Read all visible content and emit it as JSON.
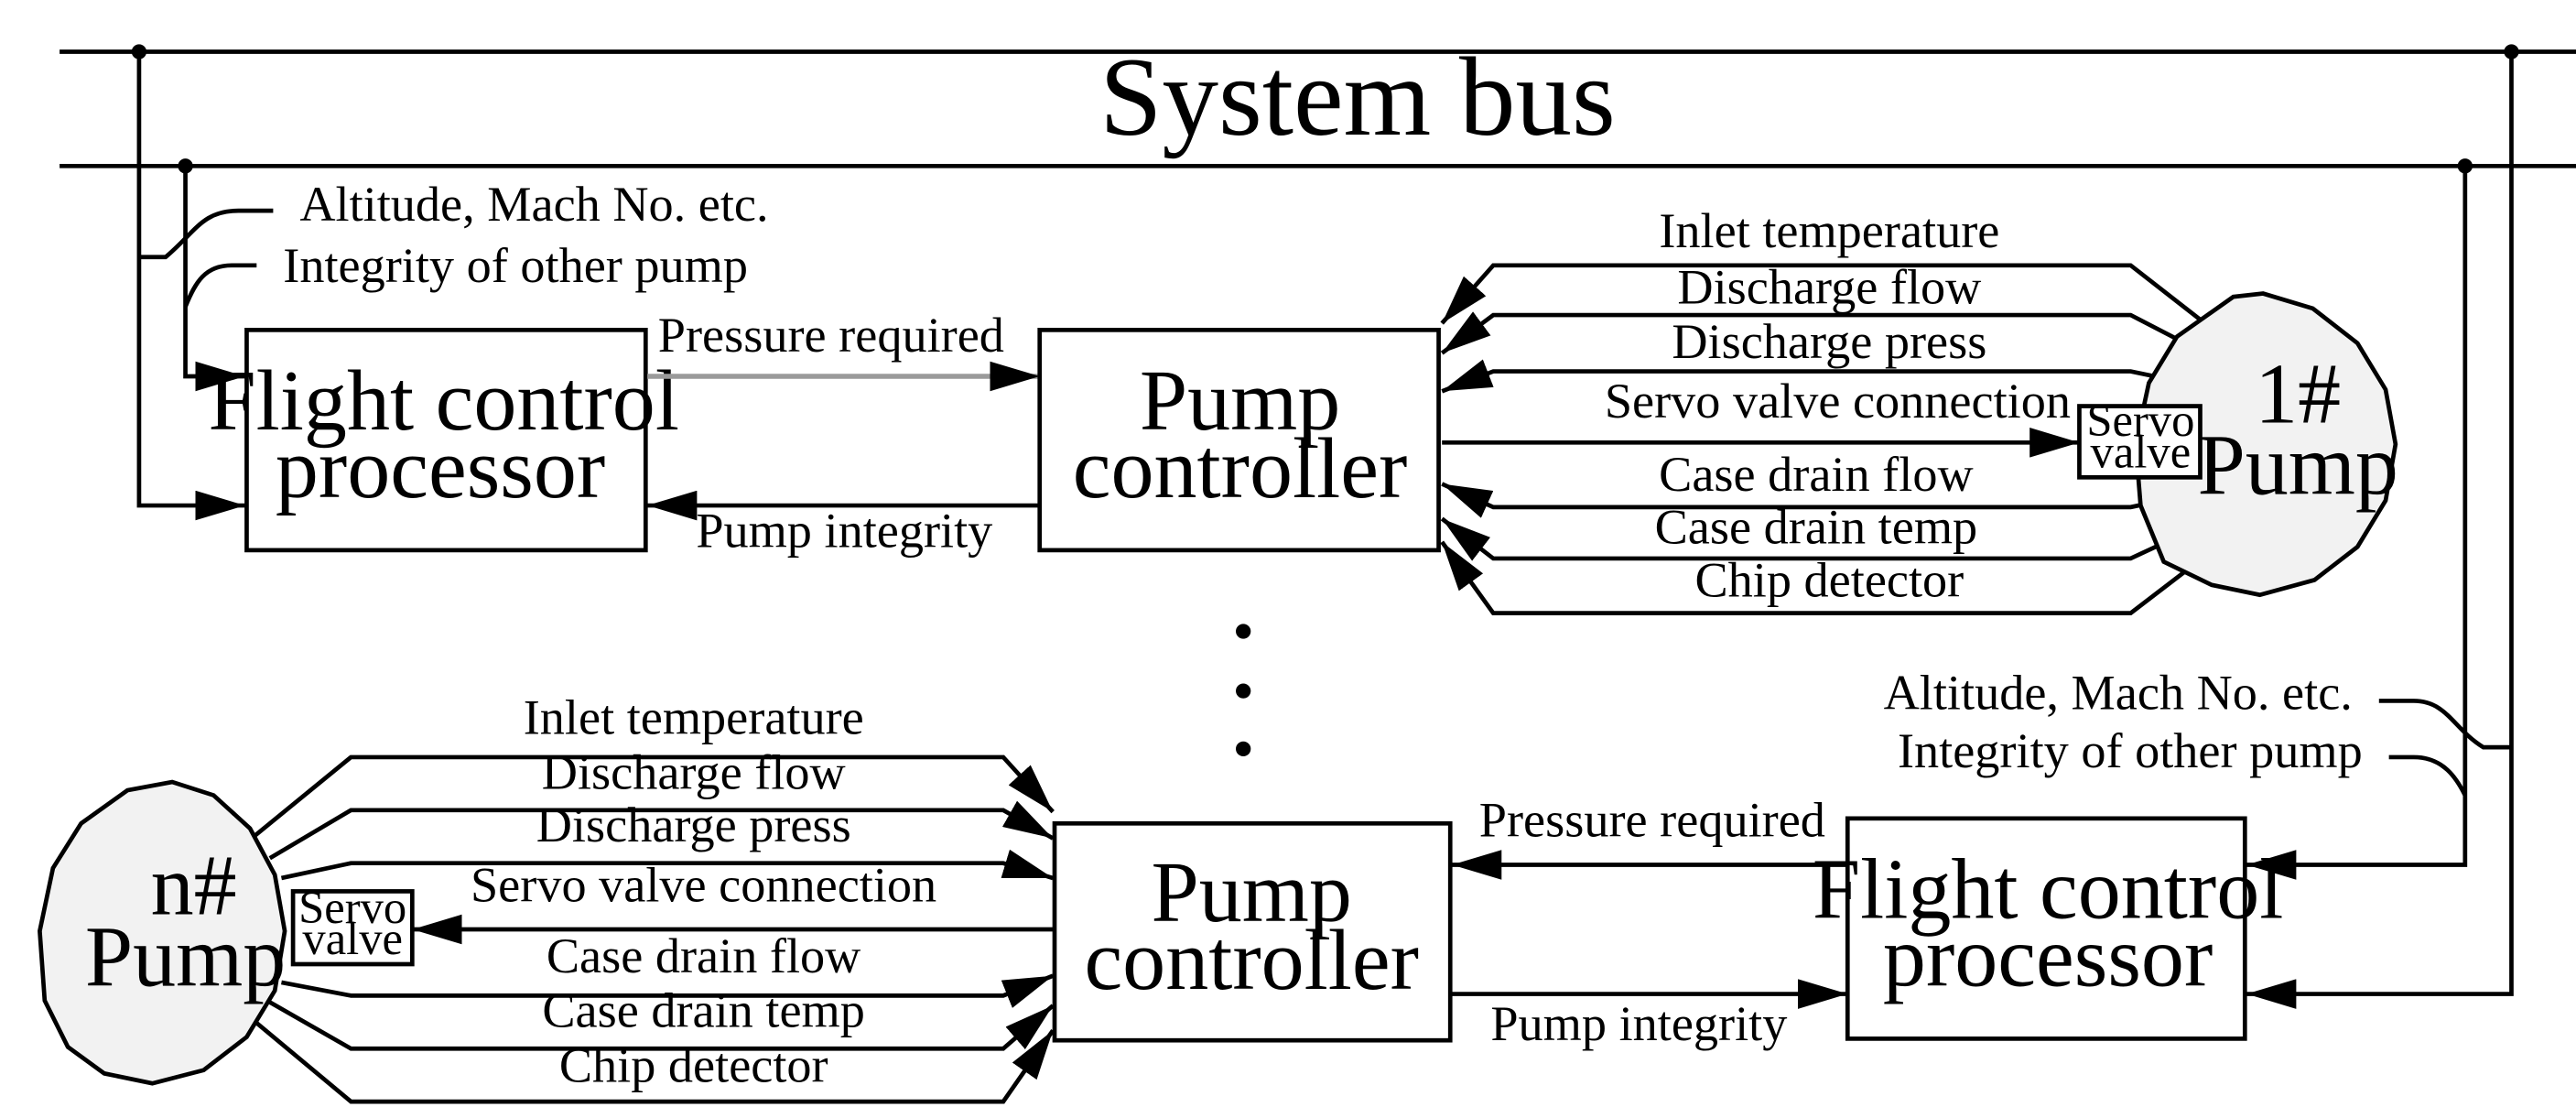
{
  "system_bus": "System bus",
  "top": {
    "fcp": {
      "line1": "Flight control",
      "line2": "processor"
    },
    "pc": {
      "line1": "Pump",
      "line2": "controller"
    },
    "pump": {
      "line1": "1#",
      "line2": "Pump"
    },
    "servo": {
      "line1": "Servo",
      "line2": "valve"
    },
    "bus_inputs": [
      "Altitude, Mach No. etc.",
      "Integrity of other pump"
    ],
    "pressure_required": "Pressure required",
    "pump_integrity": "Pump integrity",
    "signals": [
      "Inlet temperature",
      "Discharge flow",
      "Discharge press",
      "Servo valve connection",
      "Case drain flow",
      "Case drain temp",
      "Chip detector"
    ]
  },
  "bottom": {
    "fcp": {
      "line1": "Flight control",
      "line2": "processor"
    },
    "pc": {
      "line1": "Pump",
      "line2": "controller"
    },
    "pump": {
      "line1": "n#",
      "line2": "Pump"
    },
    "servo": {
      "line1": "Servo",
      "line2": "valve"
    },
    "bus_inputs": [
      "Altitude, Mach No. etc.",
      "Integrity of other pump"
    ],
    "pressure_required": "Pressure required",
    "pump_integrity": "Pump integrity",
    "signals": [
      "Inlet temperature",
      "Discharge flow",
      "Discharge press",
      "Servo valve connection",
      "Case drain flow",
      "Case drain temp",
      "Chip detector"
    ]
  }
}
